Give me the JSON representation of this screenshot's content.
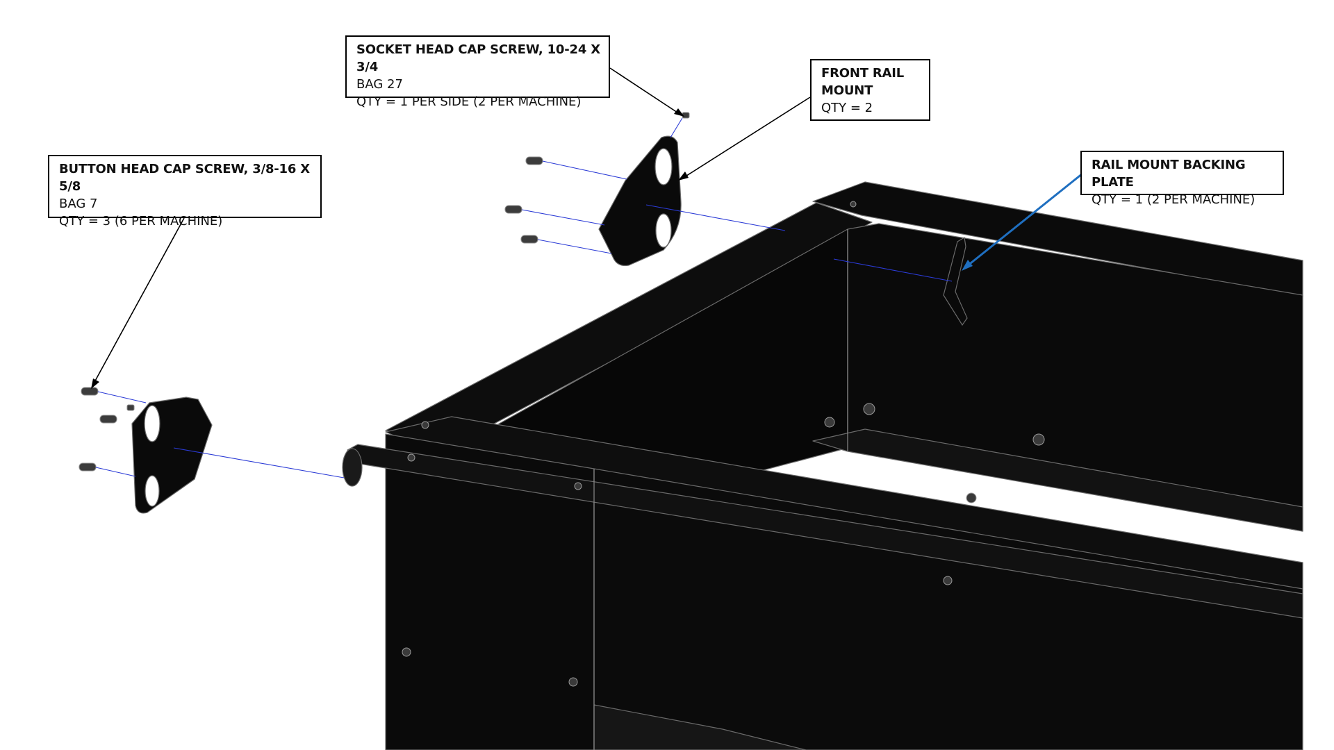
{
  "callouts": {
    "socket_screw": {
      "title": "SOCKET HEAD CAP SCREW, 10-24 X 3/4",
      "bag": "BAG 27",
      "qty": "QTY = 1 PER SIDE (2 PER MACHINE)"
    },
    "front_rail_mount": {
      "title_line1": "FRONT RAIL",
      "title_line2": "MOUNT",
      "qty": "QTY = 2"
    },
    "button_screw": {
      "title": "BUTTON HEAD CAP SCREW, 3/8-16 X 5/8",
      "bag": "BAG 7",
      "qty": "QTY = 3 (6 PER MACHINE)"
    },
    "backing_plate": {
      "title": "RAIL MOUNT BACKING PLATE",
      "qty": "QTY = 1 (2 PER MACHINE)"
    }
  },
  "colors": {
    "part": "#0a0a0a",
    "edge": "#6a6a6a",
    "explode_line": "#2b3bd6",
    "leader": "#000000",
    "leader_highlight": "#1f6fc0"
  }
}
